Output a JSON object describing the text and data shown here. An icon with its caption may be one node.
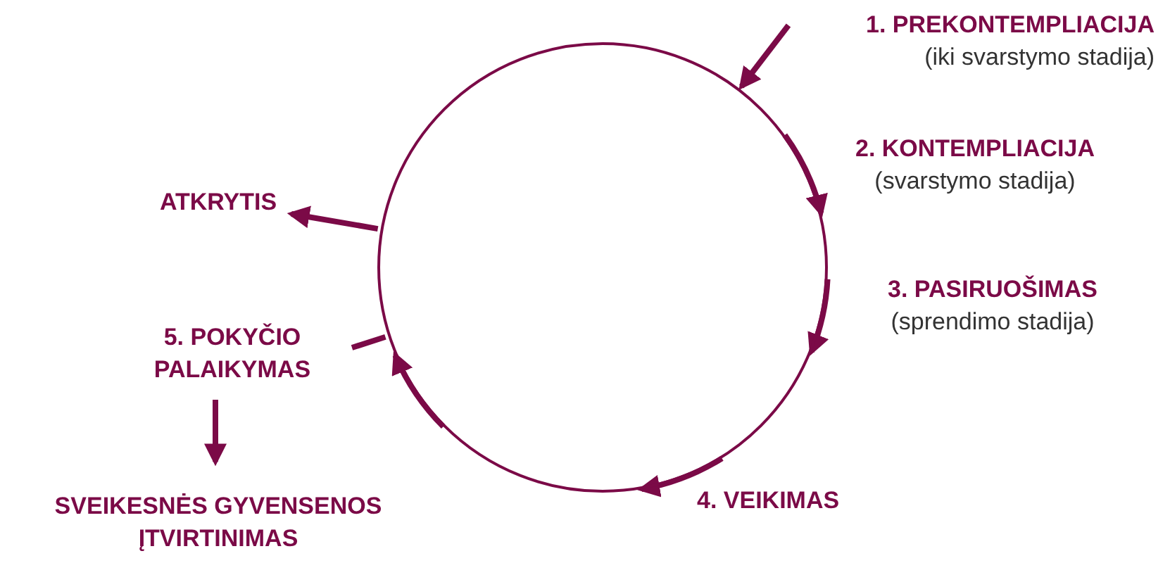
{
  "diagram": {
    "nodes": [
      {
        "text": [],
        "shape": "circle"
      },
      {
        "text": [
          "1. PREKONTEMPLIACIJA",
          "(iki svarstymo stadija)"
        ]
      },
      {
        "text": [
          "2. KONTEMPLIACIJA",
          "(svarstymo stadija)"
        ]
      },
      {
        "text": [
          "3. PASIRUOŠIMAS",
          "(sprendimo stadija)"
        ]
      },
      {
        "text": [
          "4. VEIKIMAS"
        ]
      },
      {
        "text": [
          "ATKRYTIS"
        ]
      },
      {
        "text": [
          "5. POKYČIO PALAIKYMAS"
        ]
      },
      {
        "text": [
          "SVEIKESNĖS GYVENSENOS ĮTVIRTINIMAS"
        ]
      }
    ],
    "edges": [
      {
        "from": 1,
        "to": 0,
        "arrow": "to"
      },
      {
        "from": 0,
        "to": 5,
        "arrow": "to"
      },
      {
        "from": 0,
        "to": 6,
        "arrow": "none"
      },
      {
        "from": 6,
        "to": 7,
        "arrow": "to"
      }
    ]
  }
}
